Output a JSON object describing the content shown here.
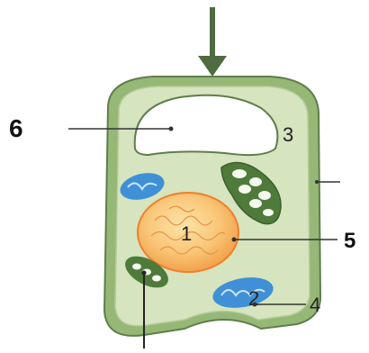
{
  "diagram": {
    "labels": {
      "six": "6",
      "three": "3",
      "one": "1",
      "five": "5",
      "two": "2",
      "four": "4"
    },
    "colors": {
      "cell_wall": "#96b877",
      "cell_wall_outline": "#5f7d4b",
      "cytoplasm": "#d6e4bf",
      "vacuole": "#ffffff",
      "nucleus_fill": "#f7b25b",
      "nucleus_outline": "#f07f2b",
      "chloroplast": "#4e7a3a",
      "mitochondrion": "#3f90d6",
      "arrow": "#4f6b40",
      "line": "#333333"
    }
  }
}
